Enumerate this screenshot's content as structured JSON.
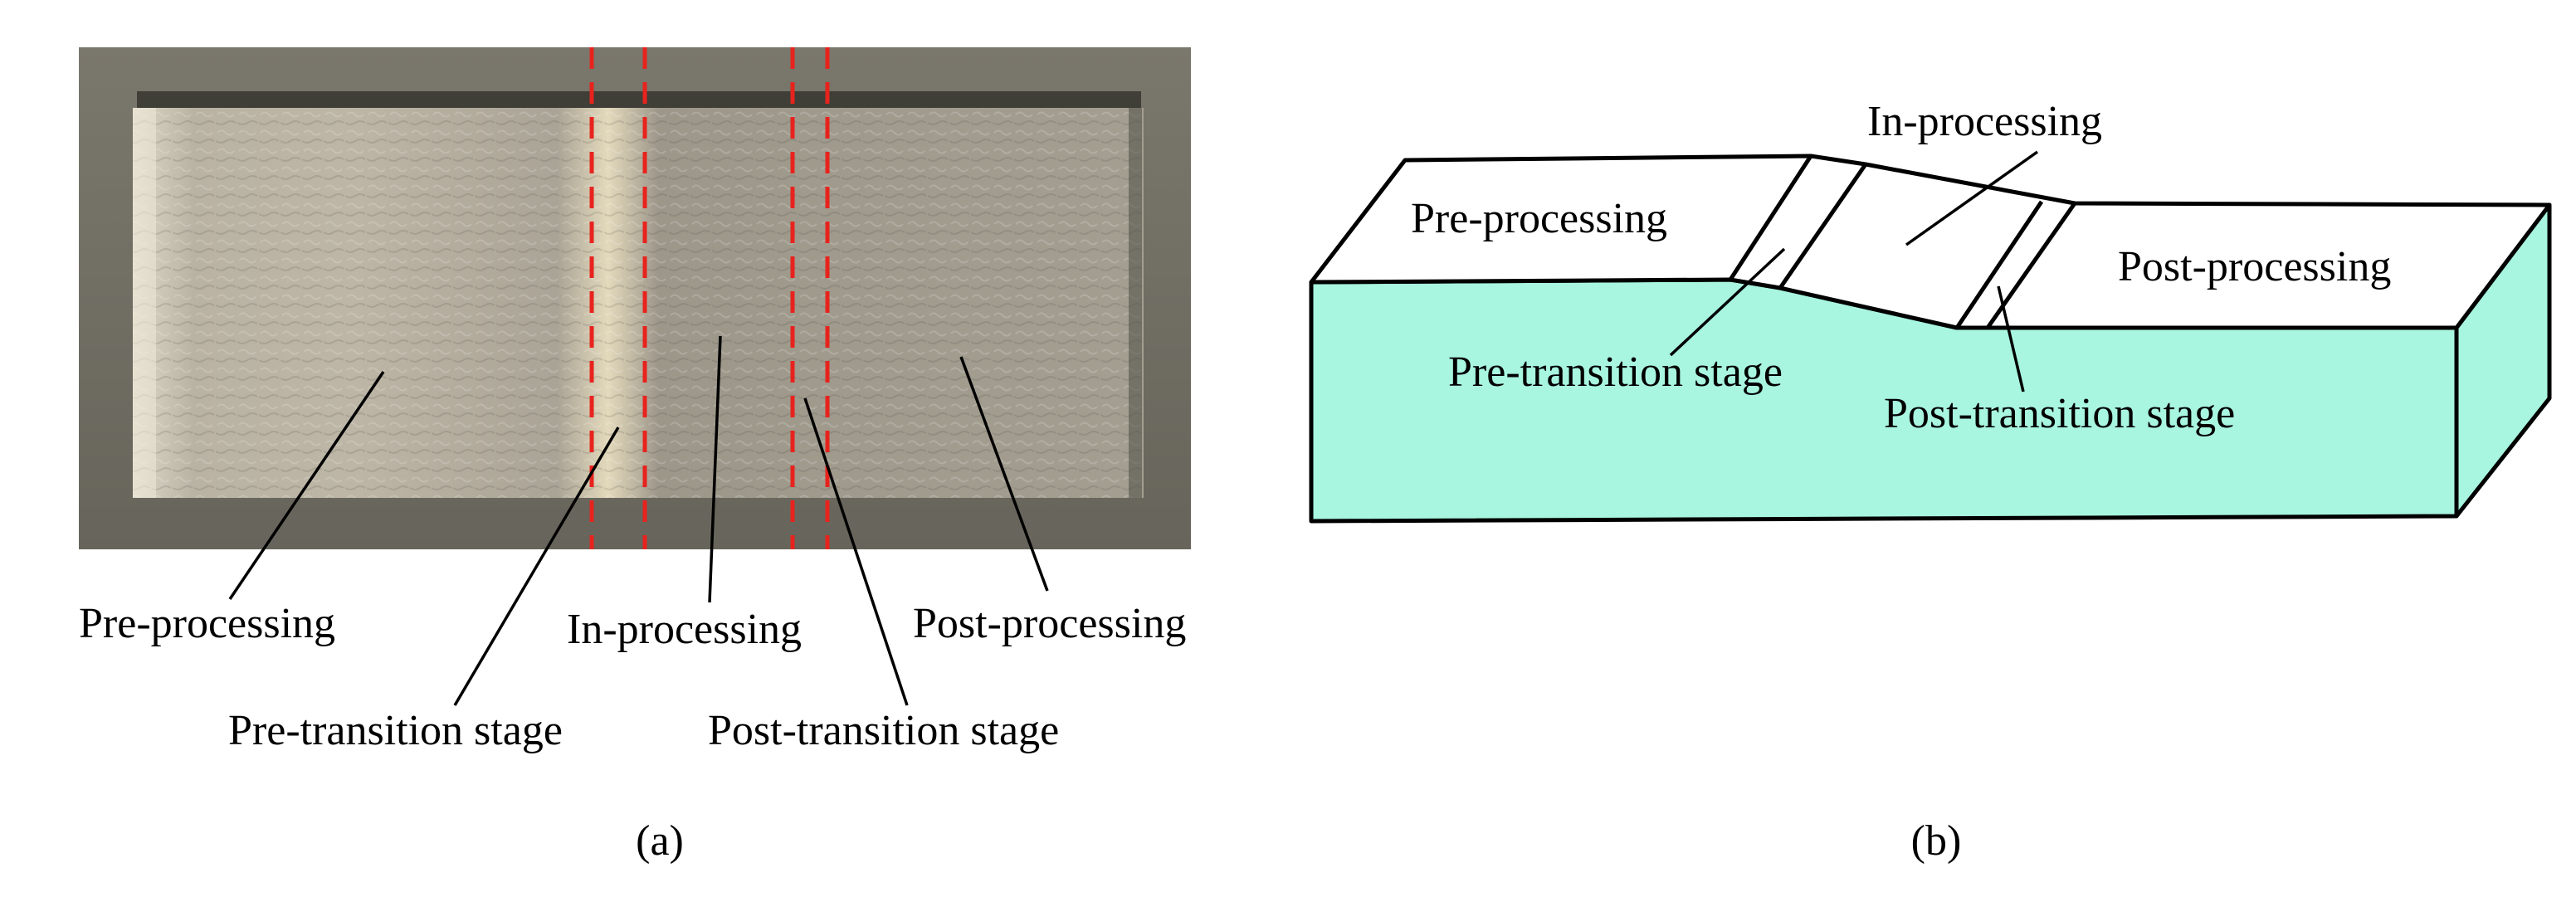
{
  "panel_a": {
    "caption": "(a)",
    "labels": {
      "pre_processing": "Pre-processing",
      "pre_transition": "Pre-transition stage",
      "in_processing": "In-processing",
      "post_transition": "Post-transition stage",
      "post_processing": "Post-processing"
    },
    "colors": {
      "boundary_lines": "#e8231d",
      "plate_metal": "#a39b8c",
      "frame": "#6f6d63"
    }
  },
  "panel_b": {
    "caption": "(b)",
    "labels": {
      "pre_processing": "Pre-processing",
      "pre_transition": "Pre-transition stage",
      "in_processing": "In-processing",
      "post_transition": "Post-transition stage",
      "post_processing": "Post-processing"
    },
    "colors": {
      "block_side": "#a8f5e0",
      "block_top": "#ffffff",
      "outline": "#000000"
    }
  }
}
